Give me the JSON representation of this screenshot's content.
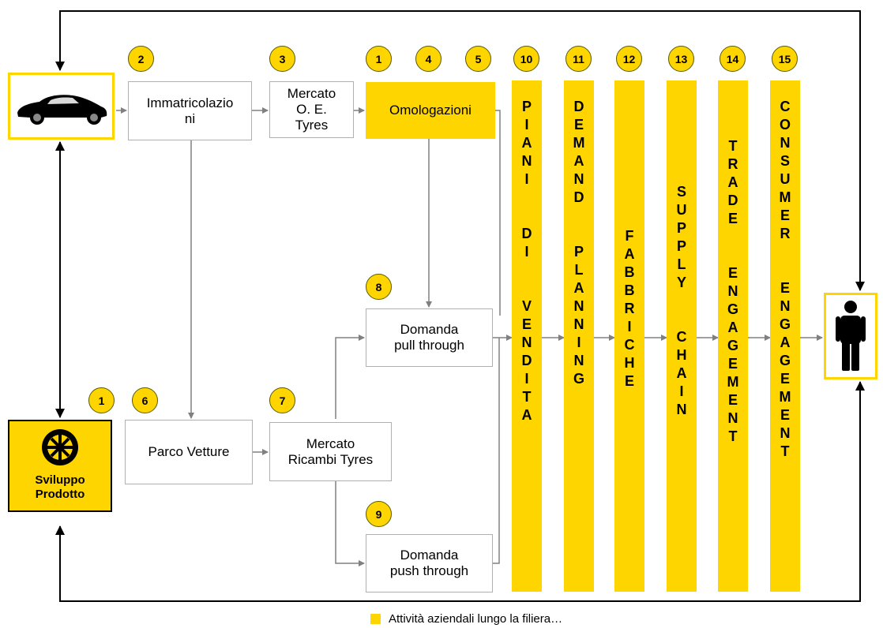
{
  "colors": {
    "accent": "#FFD500",
    "line": "#808080",
    "outer_line": "#000000"
  },
  "icons": {
    "car": "car-icon",
    "person": "person-icon",
    "wheel": "wheel-icon"
  },
  "boxes": {
    "immatricolazioni": {
      "line1": "Immatricolazio",
      "line2": "ni"
    },
    "mercato_oe": {
      "line1": "Mercato",
      "line2": "O. E.",
      "line3": "Tyres"
    },
    "omologazioni": {
      "label": "Omologazioni"
    },
    "parco_vetture": {
      "label": "Parco Vetture"
    },
    "mercato_ricambi": {
      "line1": "Mercato",
      "line2": "Ricambi Tyres"
    },
    "domanda_pull": {
      "line1": "Domanda",
      "line2": "pull through"
    },
    "domanda_push": {
      "line1": "Domanda",
      "line2": "push through"
    },
    "sviluppo": {
      "line1": "Sviluppo",
      "line2": "Prodotto"
    }
  },
  "numbers": {
    "n2": "2",
    "n3": "3",
    "n1_top": "1",
    "n4": "4",
    "n5": "5",
    "n10": "10",
    "n11": "11",
    "n12": "12",
    "n13": "13",
    "n14": "14",
    "n15": "15",
    "n8": "8",
    "n1_left": "1",
    "n6": "6",
    "n7": "7",
    "n9": "9"
  },
  "columns": {
    "c10": "P\nI\nA\nN\nI\n \n \nD\nI\n \n \nV\nE\nN\nD\nI\nT\nA",
    "c11": "D\nE\nM\nA\nN\nD\n \n \nP\nL\nA\nN\nN\nI\nN\nG",
    "c12": "F\nA\nB\nB\nR\nI\nC\nH\nE",
    "c13": "S\nU\nP\nP\nL\nY\n \n \nC\nH\nA\nI\nN",
    "c14": "T\nR\nA\nD\nE\n \n \nE\nN\nG\nA\nG\nE\nM\nE\nN\nT",
    "c15": "C\nO\nN\nS\nU\nM\nE\nR\n \n \nE\nN\nG\nA\nG\nE\nM\nE\nN\nT"
  },
  "legend": {
    "label": "Attività aziendali lungo la filiera…"
  }
}
